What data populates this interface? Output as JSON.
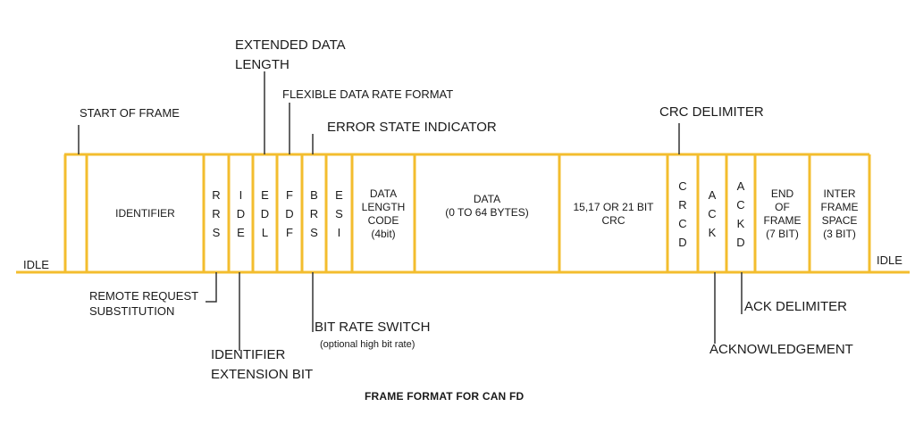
{
  "colors": {
    "frame": "#F3BD2E",
    "leader": "#333333",
    "text": "#1a1a1a"
  },
  "idle_left": "IDLE",
  "idle_right": "IDLE",
  "fields": [
    {
      "id": "sof",
      "text": ""
    },
    {
      "id": "identifier",
      "text": "IDENTIFIER"
    },
    {
      "id": "rrs",
      "text": "R\nR\nS"
    },
    {
      "id": "ide",
      "text": "I\nD\nE"
    },
    {
      "id": "edl",
      "text": "E\nD\nL"
    },
    {
      "id": "fdf",
      "text": "F\nD\nF"
    },
    {
      "id": "brs",
      "text": "B\nR\nS"
    },
    {
      "id": "esi",
      "text": "E\nS\nI"
    },
    {
      "id": "dlc",
      "text": "DATA\nLENGTH\nCODE\n(4bit)"
    },
    {
      "id": "data",
      "text": "DATA\n(0 TO 64 BYTES)"
    },
    {
      "id": "crc",
      "text": "15,17 OR 21 BIT\nCRC"
    },
    {
      "id": "crcd",
      "text": "C\nR\nC\nD"
    },
    {
      "id": "ack",
      "text": "A\nC\nK"
    },
    {
      "id": "ackd",
      "text": "A\nC\nK\nD"
    },
    {
      "id": "eof",
      "text": "END\nOF\nFRAME\n(7 BIT)"
    },
    {
      "id": "ifs",
      "text": "INTER\nFRAME\nSPACE\n(3 BIT)"
    }
  ],
  "labels": {
    "extended_data_length": "EXTENDED DATA\nLENGTH",
    "flexible_data_rate_format": "FLEXIBLE DATA RATE FORMAT",
    "start_of_frame": "START OF FRAME",
    "error_state_indicator": "ERROR STATE INDICATOR",
    "crc_delimiter": "CRC DELIMITER",
    "remote_request_substitution": "REMOTE REQUEST\nSUBSTITUTION",
    "identifier_extension_bit": "IDENTIFIER\nEXTENSION BIT",
    "bit_rate_switch": "BIT RATE SWITCH",
    "bit_rate_switch_note": "(optional high bit rate)",
    "ack_delimiter": "ACK DELIMITER",
    "acknowledgement": "ACKNOWLEDGEMENT"
  },
  "caption": "FRAME FORMAT FOR CAN FD"
}
